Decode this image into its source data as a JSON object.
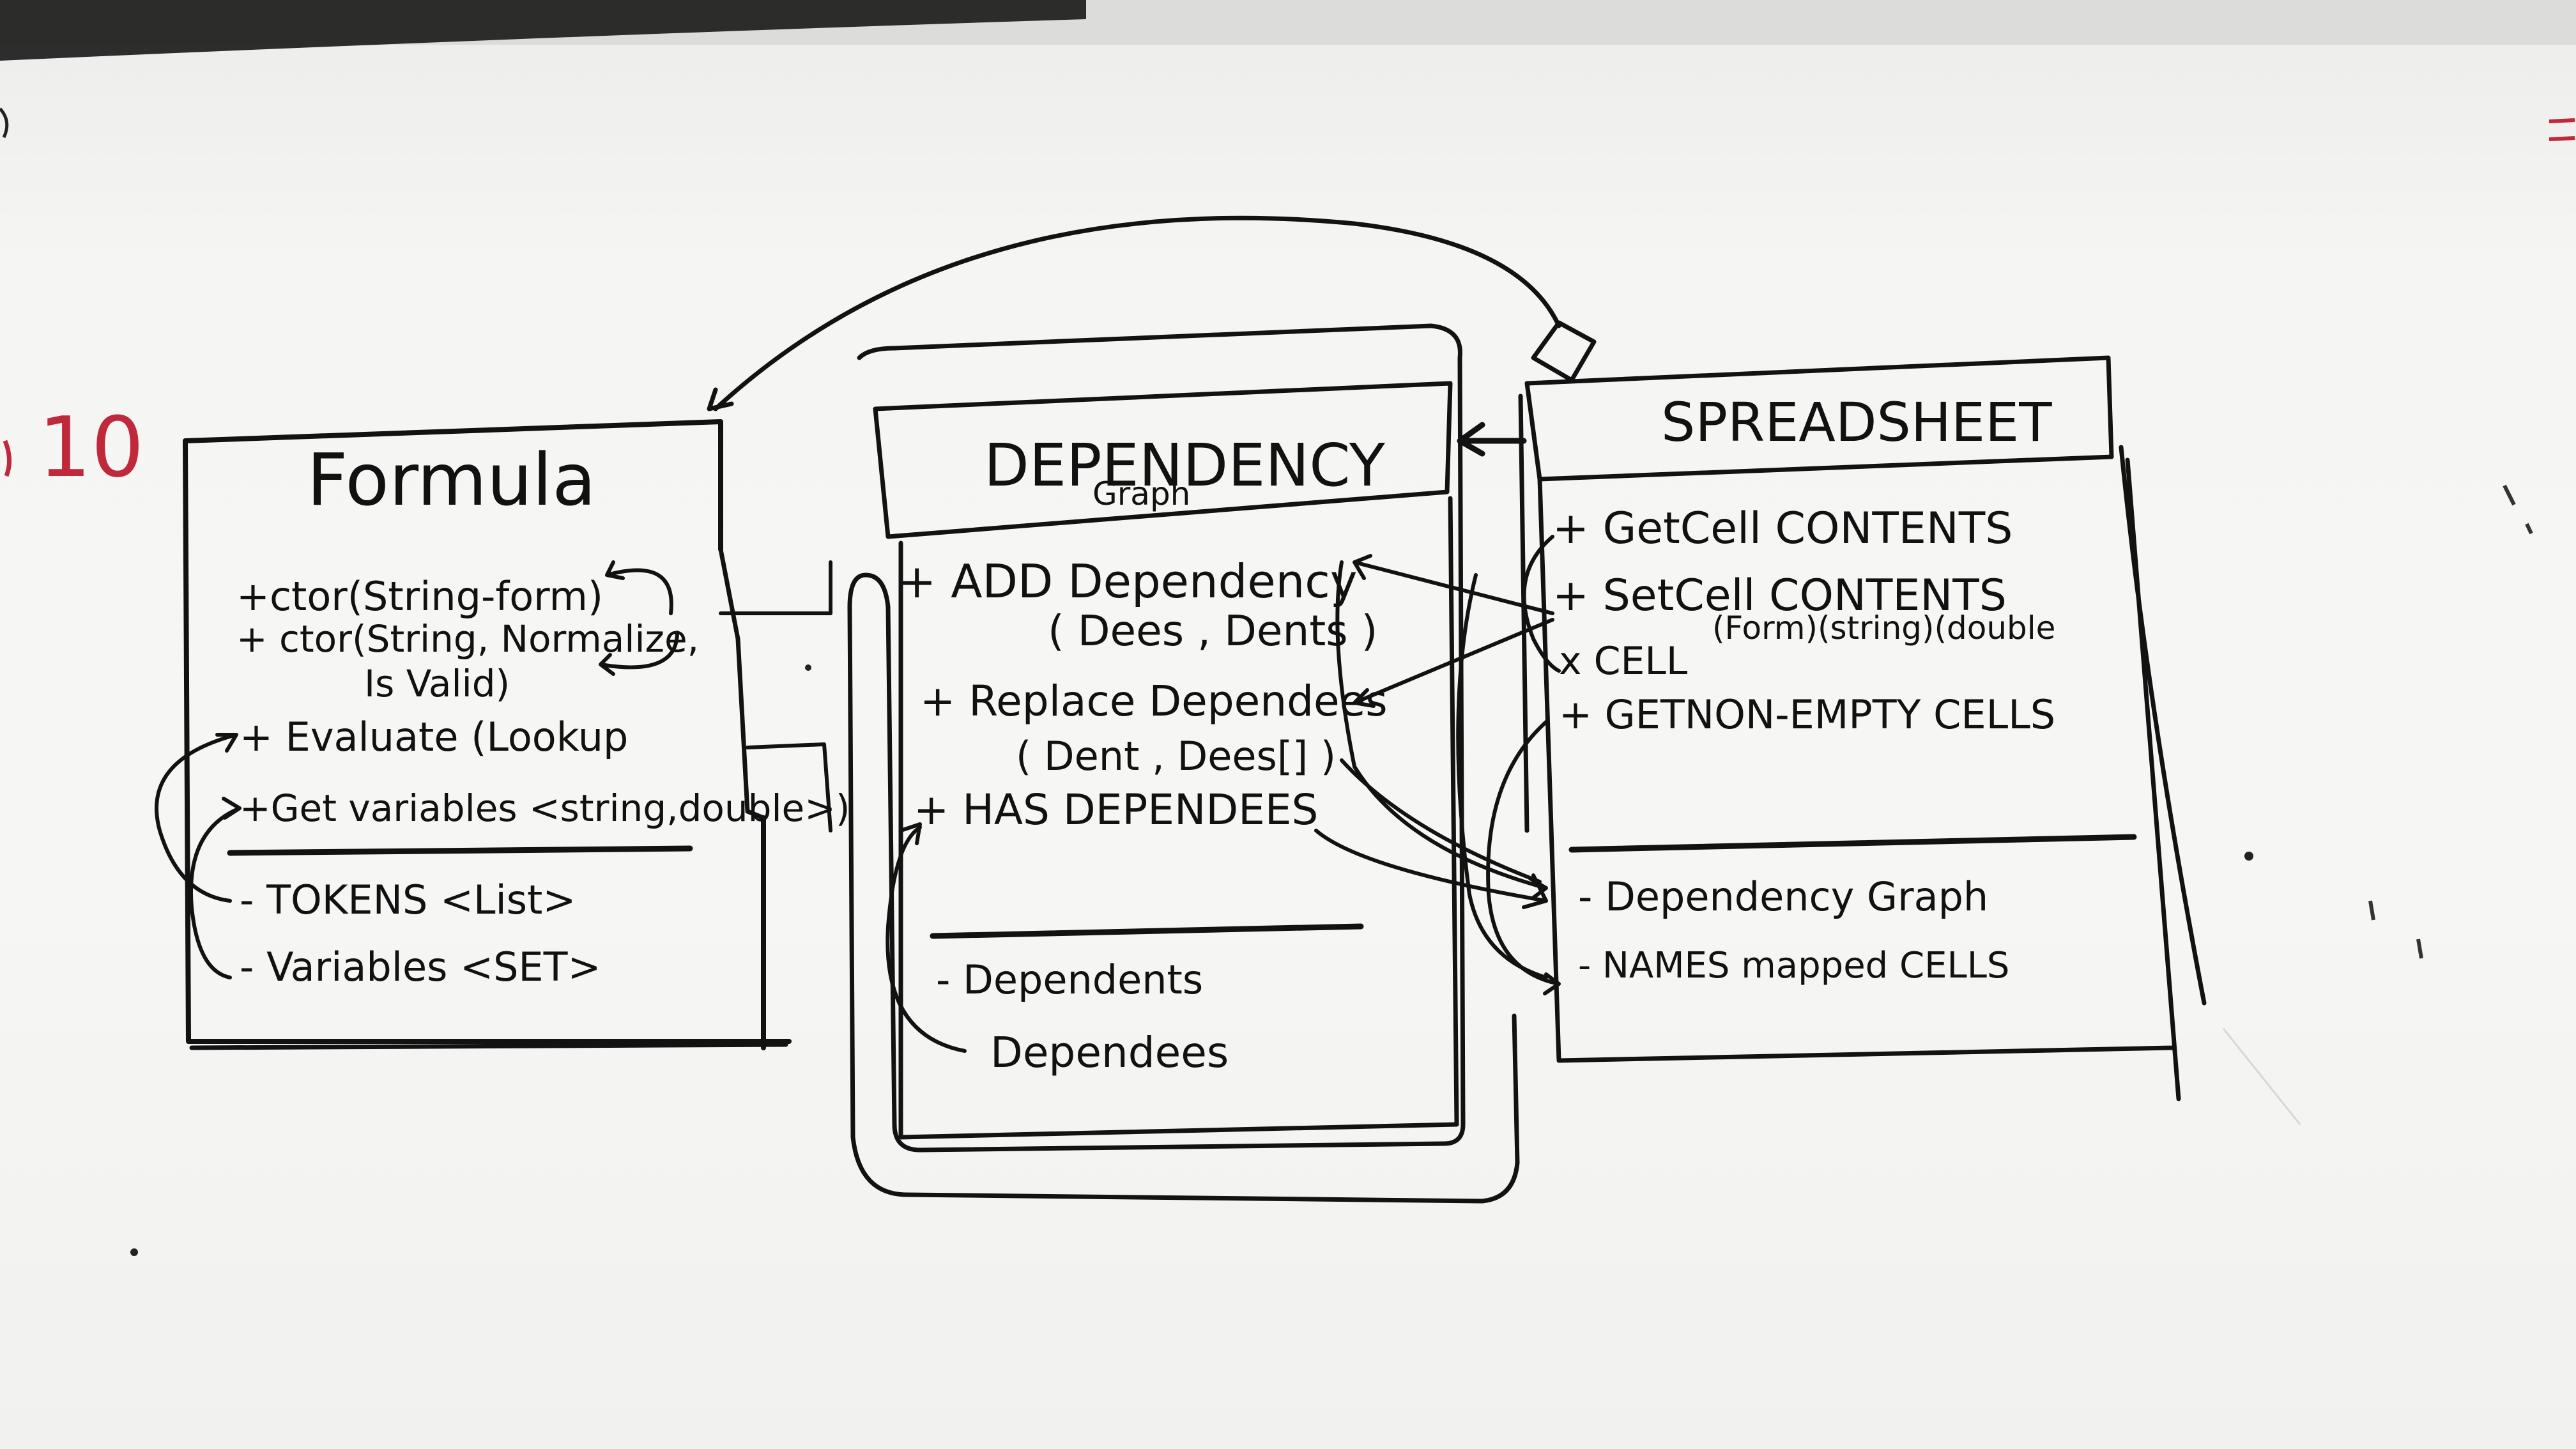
{
  "board": {
    "edge_mark": "10",
    "colors": {
      "ink": "#121212",
      "red_mark": "#c0283c",
      "board": "#f4f4f2"
    }
  },
  "formula": {
    "title": "Formula",
    "methods": [
      "+ctor(String-form)",
      "+ ctor(String, Normalize,",
      "Is Valid)",
      "+ Evaluate (Lookup",
      "+Get variables <string,double>)"
    ],
    "fields": [
      "- TOKENS <List>",
      "- Variables <SET>"
    ]
  },
  "dependency_graph": {
    "title": "DEPENDENCY",
    "subtitle": "Graph",
    "methods": [
      "+ ADD Dependency",
      "( Dees , Dents )",
      "+ Replace Dependees",
      "( Dent , Dees[] )",
      "+ HAS DEPENDEES"
    ],
    "fields": [
      "- Dependents",
      "Dependees"
    ]
  },
  "spreadsheet": {
    "title": "SPREADSHEET",
    "methods": [
      "+ GetCell CONTENTS",
      "+ SetCell CONTENTS",
      "(Form)(string)(double",
      "x CELL",
      "+ GETNON-EMPTY CELLS"
    ],
    "fields": [
      "- Dependency Graph",
      "- NAMES mapped CELLS"
    ]
  }
}
